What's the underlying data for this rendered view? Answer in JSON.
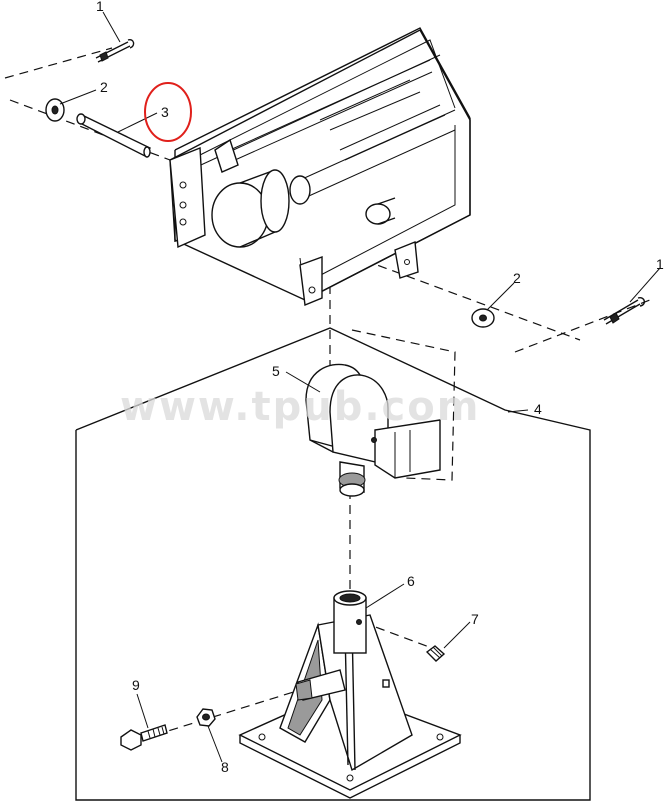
{
  "callouts": {
    "c1_top": "1",
    "c2_top": "2",
    "c3": "3",
    "c2_right": "2",
    "c1_right": "1",
    "c4": "4",
    "c5": "5",
    "c6": "6",
    "c7": "7",
    "c8": "8",
    "c9": "9"
  },
  "watermark": "www.tpub.com",
  "highlight_color": "#e0201b"
}
